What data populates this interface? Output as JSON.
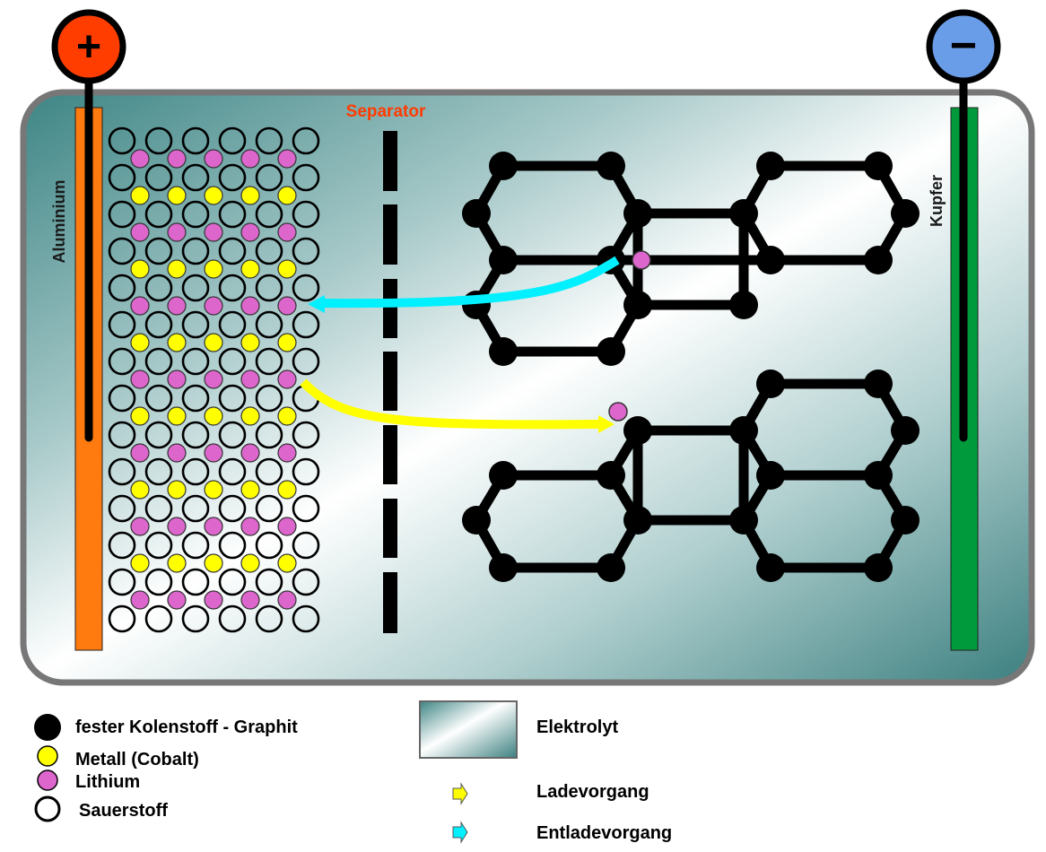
{
  "diagram": {
    "plus_terminal": {
      "symbol": "+",
      "color": "#ff3d00"
    },
    "minus_terminal": {
      "symbol": "−",
      "color": "#6a9de8"
    },
    "separator_label": "Separator",
    "left_electrode_label": "Aluminium",
    "right_electrode_label": "Kupfer",
    "colors": {
      "aluminium": "#ff7a0f",
      "kupfer": "#009a3c",
      "separator": "#ff3b00",
      "graphit": "#000000",
      "cobalt": "#ffff00",
      "lithium": "#dd66cc",
      "charge_arrow": "#ffff00",
      "discharge_arrow": "#00f0ff",
      "casing": "#777777"
    }
  },
  "legend": {
    "graphit": "fester Kolenstoff - Graphit",
    "cobalt": "Metall (Cobalt)",
    "lithium": "Lithium",
    "sauerstoff": "Sauerstoff",
    "elektrolyt": "Elektrolyt",
    "ladevorgang": "Ladevorgang",
    "entladevorgang": "Entladevorgang"
  }
}
